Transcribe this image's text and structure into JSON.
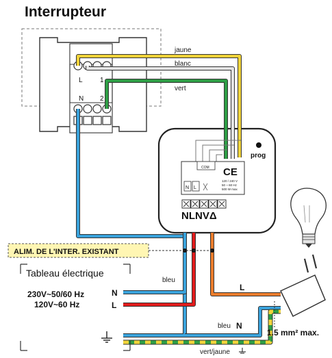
{
  "title": "Interrupteur",
  "wires": {
    "yellow": "jaune",
    "white": "blanc",
    "green": "vert",
    "blue_upper": "bleu",
    "blue_lower": "bleu",
    "blue_lower_N": "N",
    "orange_L": "L",
    "ground": "vert/jaune"
  },
  "switch_terminals": {
    "L": "L",
    "one": "1",
    "N": "N",
    "two": "2"
  },
  "module": {
    "prog": "prog",
    "ce": "CE",
    "specs": [
      "120 / 240 V",
      "50 ~ 60 Hz",
      "500 W max"
    ],
    "com": "COM",
    "mini_N": "N",
    "mini_L": "L",
    "terminal_symbols": "NLNVΔ"
  },
  "callout": "ALIM. DE L'INTER. EXISTANT",
  "panel": {
    "title": "Tableau électrique",
    "line1": "230V~50/60 Hz",
    "line2": "120V~60 Hz",
    "N": "N",
    "L": "L"
  },
  "cable_section": "1.5 mm² max.",
  "colors": {
    "yellow": "#f2d43b",
    "white": "#d8d8d8",
    "green": "#2e9e45",
    "blue": "#3aa3dc",
    "red": "#e21c1c",
    "orange": "#ec7d2c",
    "callout_bg": "#fff6b3"
  },
  "icons": [
    "lamp-icon",
    "ground-icon",
    "plug-icon"
  ]
}
